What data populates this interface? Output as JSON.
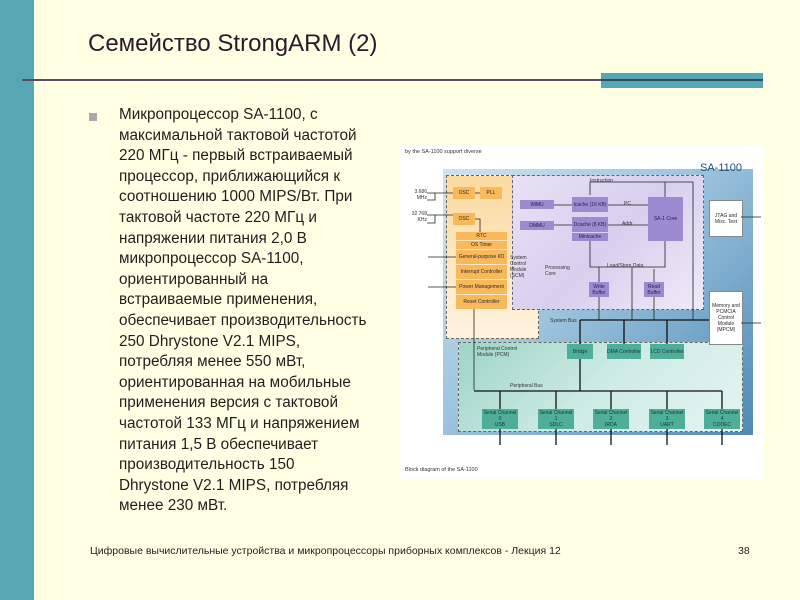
{
  "slide": {
    "title": "Семейство StrongARM (2)",
    "body_lines": [
      "Микропроцессор SA-1100, с",
      "максимальной тактовой частотой",
      "220 МГц - первый встраиваемый",
      "процессор, приближающийся к",
      "соотношению 1000 MIPS/Вт. При",
      "тактовой частоте 220 МГц и",
      "напряжении питания 2,0 В",
      "микропроцессор SA-1100,",
      "ориентированный на",
      "встраиваемые применения,",
      "обеспечивает производительность",
      "250 Dhrystone V2.1 MIPS,",
      "потребляя менее 550 мВт,",
      "ориентированная на мобильные",
      "применения версия с тактовой",
      "частотой 133 МГц и напряжением",
      "питания 1,5 В обеспечивает",
      "производительность 150",
      "Dhrystone V2.1 MIPS, потребляя",
      "менее 230 мВт."
    ],
    "footer": "Цифровые вычислительные устройства и микропроцессоры приборных комплексов - Лекция 12",
    "page_number": "38",
    "colors": {
      "accent": "#56a6b4",
      "background": "#ffffe3",
      "rule": "#5e4b5e"
    }
  },
  "diagram": {
    "caption_top": "by the SA-1100 support diverse",
    "caption_bottom": "Block diagram of the SA-1100",
    "chip_label": "SA-1100",
    "clock_inputs": [
      "3.686 MHz",
      "32.768 KHz"
    ],
    "scm": {
      "label": "System Control Module (SCM)",
      "osc1": "OSC",
      "pll": "PLL",
      "osc2": "OSC",
      "blocks": [
        "RTC",
        "OS Timer",
        "General-purpose I/O",
        "Interrupt Controller",
        "Power Management",
        "Reset Controller"
      ]
    },
    "core": {
      "label": "Processing Core",
      "immu": "IMMU",
      "dmmu": "DMMU",
      "icache": "Icache (16 KB)",
      "dcache": "Dcache (8 KB)",
      "minicache": "Minicache",
      "cpu": "SA-1 Core",
      "signals": [
        "Instruction",
        "PC",
        "Addr",
        "Load/Store Data"
      ],
      "write_buffer": "Write Buffer",
      "read_buffer": "Read Buffer"
    },
    "system_bus": "System Bus",
    "jtag": "JTAG and Misc. Test",
    "mpcm": "Memory and PCMCIA Control Module (MPCM)",
    "pcm": {
      "label": "Peripheral Control Module (PCM)",
      "bridge": "Bridge",
      "dma": "DMA Controller",
      "lcd": "LCD Controller",
      "peripheral_bus": "Peripheral Bus",
      "serial_channels": [
        {
          "name": "Serial Channel 0",
          "type": "USB"
        },
        {
          "name": "Serial Channel 1",
          "type": "SDLC"
        },
        {
          "name": "Serial Channel 2",
          "type": "IRDA"
        },
        {
          "name": "Serial Channel 3",
          "type": "UART"
        },
        {
          "name": "Serial Channel 4",
          "type": "CODEC"
        }
      ]
    }
  }
}
